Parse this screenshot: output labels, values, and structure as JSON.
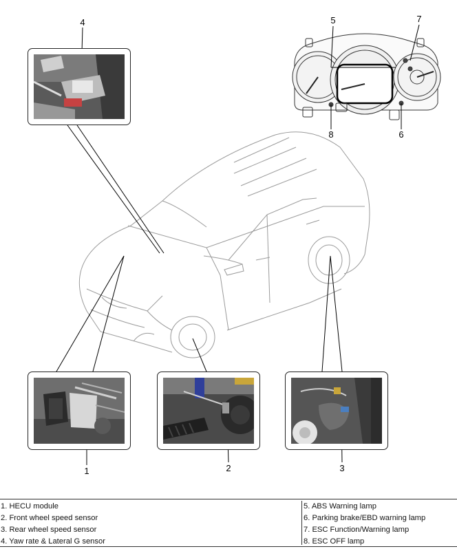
{
  "callouts": {
    "c1": "1",
    "c2": "2",
    "c3": "3",
    "c4": "4",
    "c5": "5",
    "c6": "6",
    "c7": "7",
    "c8": "8"
  },
  "legend": {
    "left": [
      "1. HECU module",
      "2. Front wheel speed sensor",
      "3. Rear wheel speed sensor",
      "4. Yaw rate & Lateral G sensor"
    ],
    "right": [
      "5. ABS Warning lamp",
      "6. Parking brake/EBD warning lamp",
      "7. ESC Function/Warning lamp",
      "8. ESC OFF lamp"
    ]
  }
}
